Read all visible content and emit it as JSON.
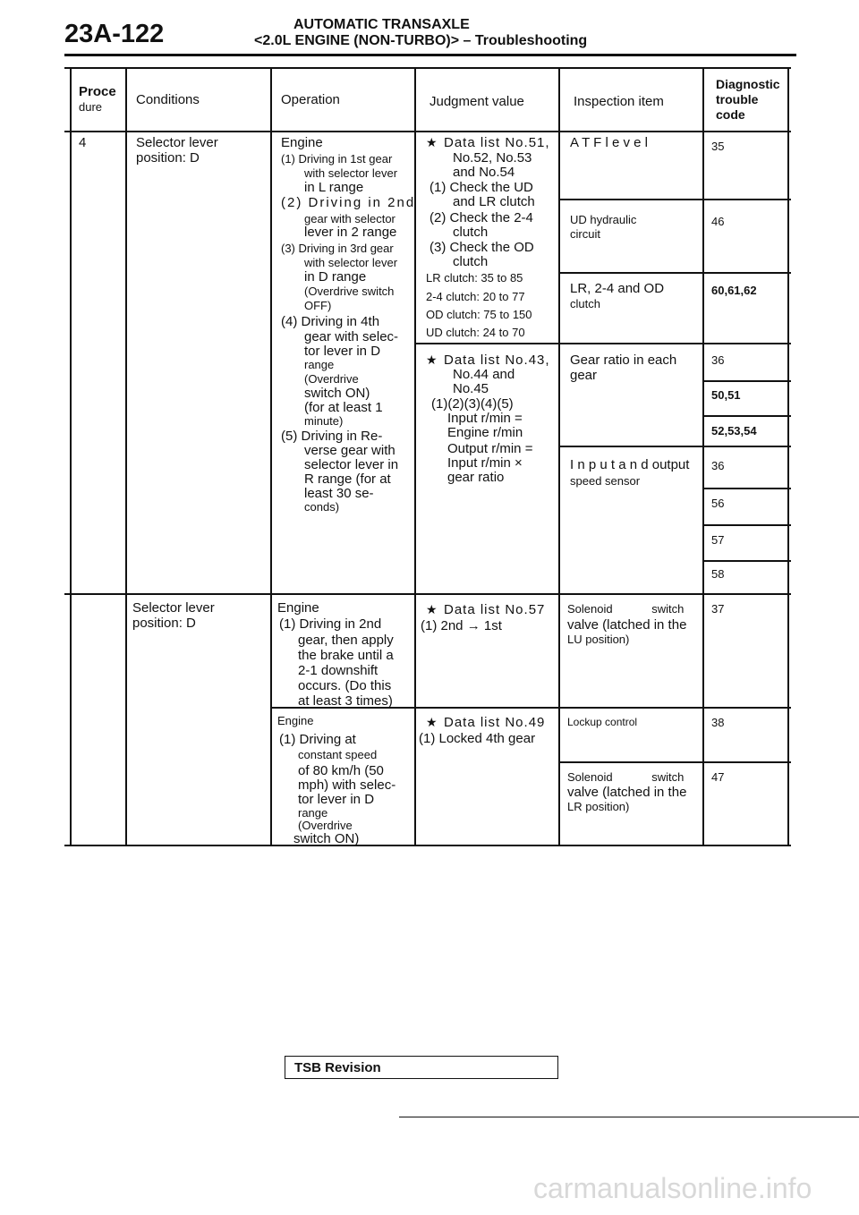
{
  "header": {
    "page_number": "23A-122",
    "title_line1": "AUTOMATIC TRANSAXLE",
    "title_line2": "<2.0L ENGINE (NON-TURBO)> – Troubleshooting"
  },
  "table_headers": {
    "procedure_1": "Proce",
    "procedure_2": "dure",
    "conditions": "Conditions",
    "operation": "Operation",
    "judgment": "Judgment value",
    "inspection": "Inspection item",
    "dtc_1": "Diagnostic",
    "dtc_2": "trouble",
    "dtc_3": "code"
  },
  "row4": {
    "procedure": "4",
    "conditions": [
      "Selector lever",
      "position: D"
    ],
    "operation": [
      "Engine",
      "(1) Driving in 1st gear",
      "with selector lever",
      "in L range",
      "(2) Driving in 2nd",
      "gear with selector",
      "lever in 2 range",
      "(3) Driving in 3rd gear",
      "with selector lever",
      "in D range",
      "(Overdrive switch",
      "OFF)",
      "(4) Driving in 4th",
      "gear with selec-",
      "tor lever in D",
      "range",
      "(Overdrive",
      "switch ON)",
      "(for at least 1",
      "minute)",
      "(5) Driving in Re-",
      "verse gear with",
      "selector lever in",
      "R range (for at",
      "least 30 se-",
      "conds)"
    ],
    "judgment_a": [
      "Data list No.51,",
      "No.52, No.53",
      "and No.54",
      "(1) Check the UD",
      "and LR clutch",
      "(2) Check the 2-4",
      "clutch",
      "(3) Check the OD",
      "clutch",
      "LR clutch: 35 to 85",
      "2-4 clutch: 20 to 77",
      "OD clutch: 75 to 150",
      "UD clutch: 24 to 70"
    ],
    "judgment_b": [
      "Data list No.43,",
      "No.44 and",
      "No.45",
      "(1)(2)(3)(4)(5)",
      "Input r/min =",
      "Engine r/min",
      "Output r/min =",
      "Input r/min ×",
      "gear ratio"
    ],
    "inspection": [
      [
        "A T F  l e v e l"
      ],
      [
        "UD hydraulic",
        "circuit"
      ],
      [
        "LR, 2-4 and OD",
        "clutch"
      ],
      [
        "Gear ratio in each",
        "gear"
      ],
      [
        "I n p u t  a n d  output",
        "speed sensor"
      ]
    ],
    "dtc": [
      "35",
      "46",
      "60,61,62",
      "36",
      "50,51",
      "52,53,54",
      "36",
      "56",
      "57",
      "58"
    ]
  },
  "row5": {
    "conditions": [
      "Selector lever",
      "position: D"
    ],
    "operation": [
      "Engine",
      "(1) Driving in 2nd",
      "gear, then apply",
      "the brake until a",
      "2-1 downshift",
      "occurs. (Do this",
      "at least 3 times)"
    ],
    "judgment": [
      "Data list No.57",
      "(1) 2nd → 1st"
    ],
    "inspection": [
      "Solenoid switch",
      "valve (latched in the",
      "LU position)"
    ],
    "dtc": "37"
  },
  "row6": {
    "operation": [
      "Engine",
      "(1) Driving at",
      "constant speed",
      "of 80 km/h (50",
      "mph) with selec-",
      "tor lever in D",
      "range",
      "(Overdrive",
      "switch ON)"
    ],
    "judgment": [
      "Data list No.49",
      "(1) Locked 4th gear"
    ],
    "inspection_a": [
      "Lockup control"
    ],
    "inspection_b": [
      "Solenoid switch",
      "valve (latched in the",
      "LR position)"
    ],
    "dtc": [
      "38",
      "47"
    ]
  },
  "footer": {
    "tsb": "TSB Revision",
    "watermark": "carmanualsonline.info"
  }
}
